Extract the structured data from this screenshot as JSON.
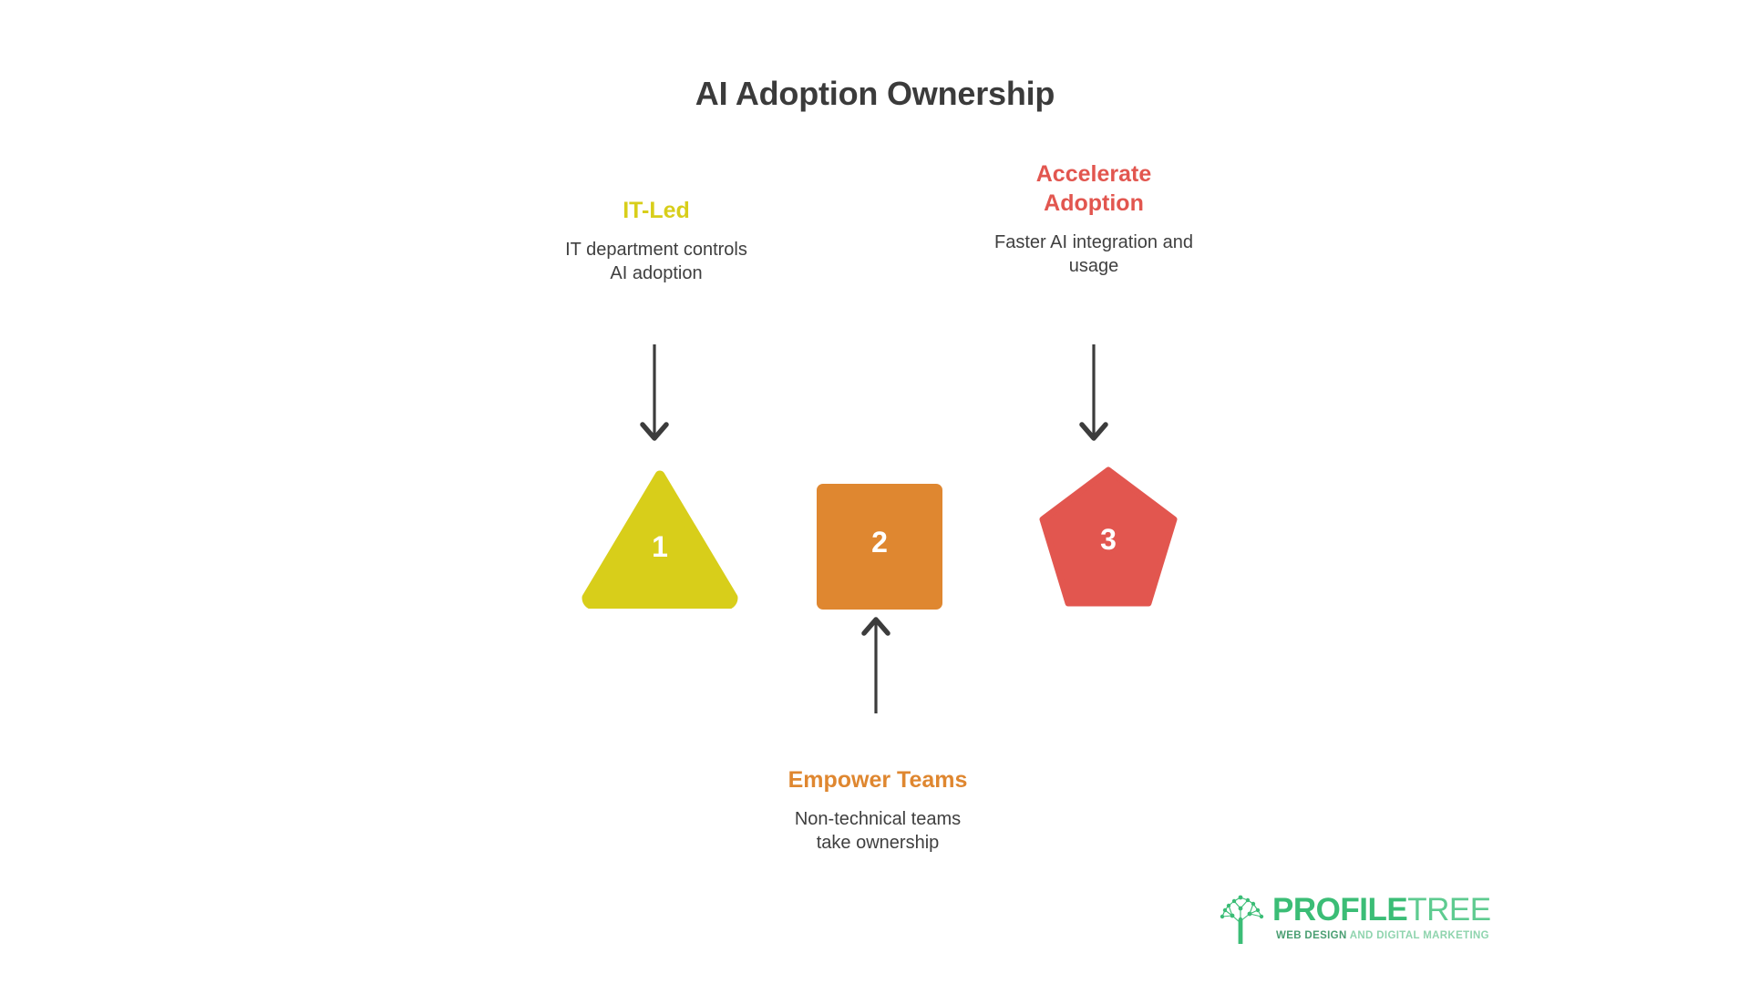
{
  "title": "AI Adoption Ownership",
  "colors": {
    "background": "#ffffff",
    "title_text": "#3b3b3b",
    "body_text": "#3f3f3f",
    "arrow": "#3c3c3c",
    "step1_yellow": "#d8ce1a",
    "step2_orange": "#df8730",
    "step3_red": "#e2564f",
    "logo_green": "#3bbd76"
  },
  "steps": [
    {
      "number": "1",
      "shape": "triangle",
      "heading": "IT-Led",
      "description": "IT department controls AI adoption",
      "description_line1": "IT department controls",
      "description_line2": "AI adoption",
      "color": "#d8ce1a",
      "arrow": "arrow-down-icon"
    },
    {
      "number": "2",
      "shape": "square",
      "heading": "Empower Teams",
      "description": "Non-technical teams take ownership",
      "description_line1": "Non-technical teams",
      "description_line2": "take ownership",
      "color": "#df8730",
      "arrow": "arrow-up-icon"
    },
    {
      "number": "3",
      "shape": "pentagon",
      "heading": "Accelerate Adoption",
      "heading_line1": "Accelerate",
      "heading_line2": "Adoption",
      "description": "Faster AI integration and usage",
      "description_line1": "Faster AI integration and",
      "description_line2": "usage",
      "color": "#e2564f",
      "arrow": "arrow-down-icon"
    }
  ],
  "logo": {
    "word_primary": "PROFILE",
    "word_secondary": "TREE",
    "tagline_bold": "WEB DESIGN",
    "tagline_mid": " AND ",
    "tagline_light": "DIGITAL MARKETING",
    "mark": "tree-network-icon"
  }
}
